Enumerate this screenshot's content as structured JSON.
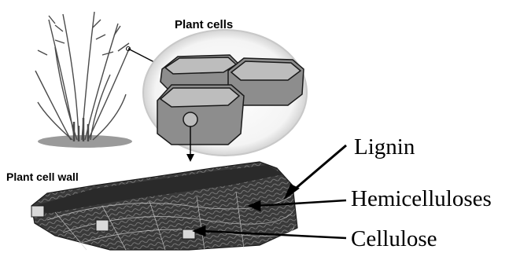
{
  "labels": {
    "plant_cells": "Plant cells",
    "plant_cell_wall": "Plant cell wall",
    "lignin": "Lignin",
    "hemicelluloses": "Hemicelluloses",
    "cellulose": "Cellulose"
  },
  "colors": {
    "cell_fill": "#8d8d8d",
    "cell_inner": "#bdbdbd",
    "wall_dark": "#2a2a2a",
    "wall_mid": "#5a5a5a",
    "halo": "#d9d9d9",
    "ink": "#000000"
  }
}
